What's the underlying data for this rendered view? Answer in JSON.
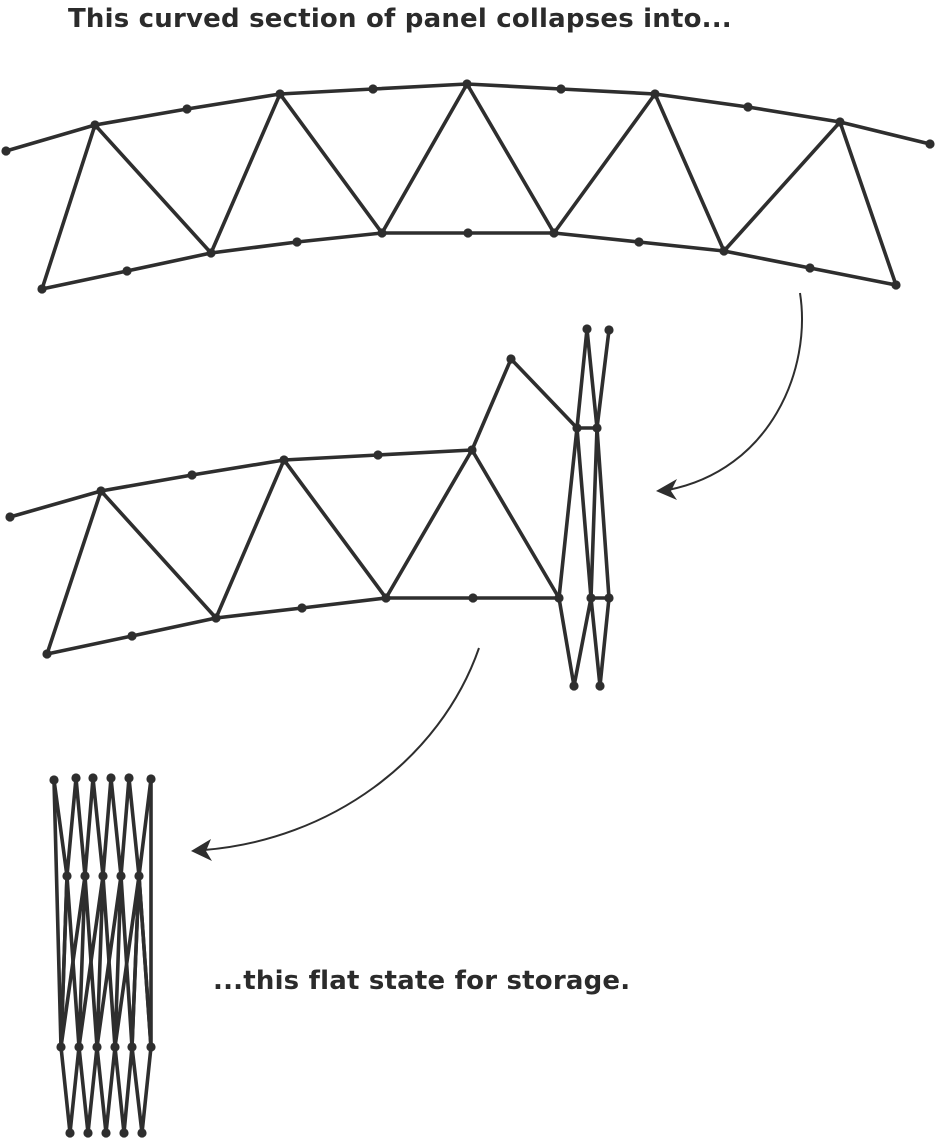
{
  "captions": {
    "top": "This curved section of panel collapses into...",
    "bottom": "...this flat state for storage."
  },
  "colors": {
    "ink": "#2e2e2e",
    "background": "#ffffff"
  },
  "stages": [
    "curved-panel",
    "partially-collapsed-panel",
    "flat-stowed-panel"
  ]
}
